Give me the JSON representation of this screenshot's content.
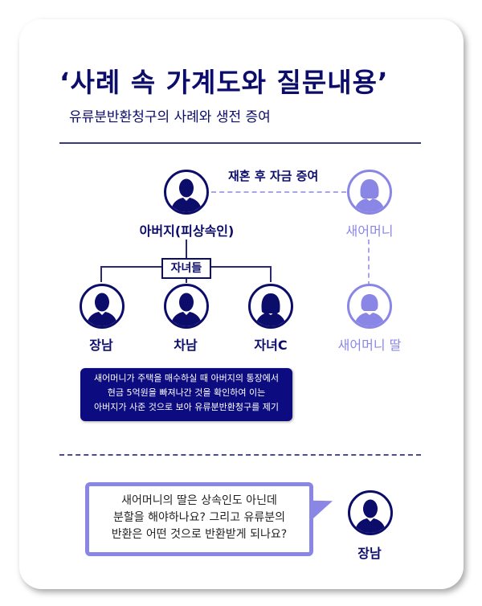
{
  "header": {
    "title": "‘사례 속 가계도와 질문내용’",
    "subtitle": "유류분반환청구의 사례와 생전 증여"
  },
  "diagram": {
    "relation_label": "재혼 후 자금 증여",
    "children_group_label": "자녀들",
    "nodes": {
      "father": {
        "label": "아버지(피상속인)",
        "icon": "male-person-icon",
        "style": "primary"
      },
      "stepmother": {
        "label": "새어머니",
        "icon": "female-person-icon",
        "style": "muted"
      },
      "eldest_son": {
        "label": "장남",
        "icon": "male-person-icon",
        "style": "primary"
      },
      "second_son": {
        "label": "차남",
        "icon": "male-person-icon",
        "style": "primary"
      },
      "child_c": {
        "label": "자녀C",
        "icon": "female-person-icon",
        "style": "primary"
      },
      "stepmother_daughter": {
        "label": "새어머니 딸",
        "icon": "female-person-icon",
        "style": "muted"
      }
    },
    "note_lines": [
      "새어머니가 주택을 매수하실 때 아버지의 통장에서",
      "현금 5억원을 빠져나간 것을 확인하여 이는",
      "아버지가 사준 것으로 보아 유류분반환청구를 제기"
    ]
  },
  "question": {
    "lines": [
      "새어머니의 딸은 상속인도 아닌데",
      "분할을 해야하나요? 그리고 유류분의",
      "반환은 어떤 것으로 반환받게 되나요?"
    ],
    "speaker_label": "장남",
    "speaker_icon": "male-person-icon"
  },
  "colors": {
    "primary": "#0c0c6b",
    "muted": "#8a86e6",
    "note_bg": "#0c0c80"
  }
}
